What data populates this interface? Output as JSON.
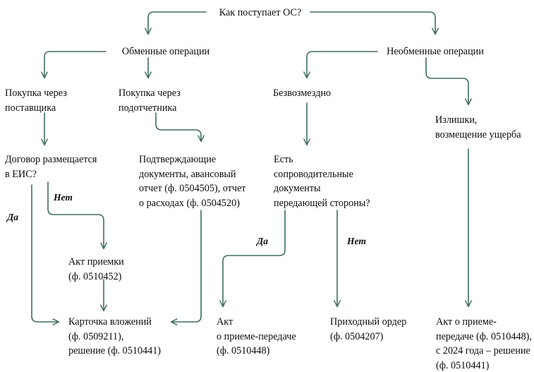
{
  "diagram": {
    "title": "Как поступает ОС?",
    "background_color": "#ffffff",
    "line_color": "#3f6d5e",
    "text_color": "#0c0c0c",
    "type": "flowchart"
  },
  "nodes": {
    "root": "Как поступает ОС?",
    "exchange_ops": "Обменные операции",
    "non_exchange_ops": "Необменные операции",
    "purchase_supplier": "Покупка через\nпоставщика",
    "purchase_accountable": "Покупка через\nподотчетника",
    "gratuitous": "Безвозмездно",
    "surplus": "Излишки,\nвозмещение ущерба",
    "contract_eis": "Договор размещается\nв ЕИС?",
    "supporting_docs": "Подтверждающие\nдокументы, авансовый\nотчет (ф. 0504505), отчет\nо расходах (ф. 0504520)",
    "accompanying_docs": "Есть\nсопроводительные\nдокументы\nпередающей стороны?",
    "acceptance_act": "Акт приемки\n(ф. 0510452)",
    "attachment_card": "Карточка вложений\n(ф. 0509211),\nрешение (ф. 0510441)",
    "transfer_act": "Акт\nо приеме-передаче\n(ф. 0510448)",
    "receipt_order": "Приходный ордер\n(ф. 0504207)",
    "transfer_act_decision": "Акт о приеме-\nпередаче (ф. 0510448),\nс 2024 года – решение\n(ф. 0510441)"
  },
  "edge_labels": {
    "eis_yes": "Да",
    "eis_no": "Нет",
    "docs_yes": "Да",
    "docs_no": "Нет"
  }
}
